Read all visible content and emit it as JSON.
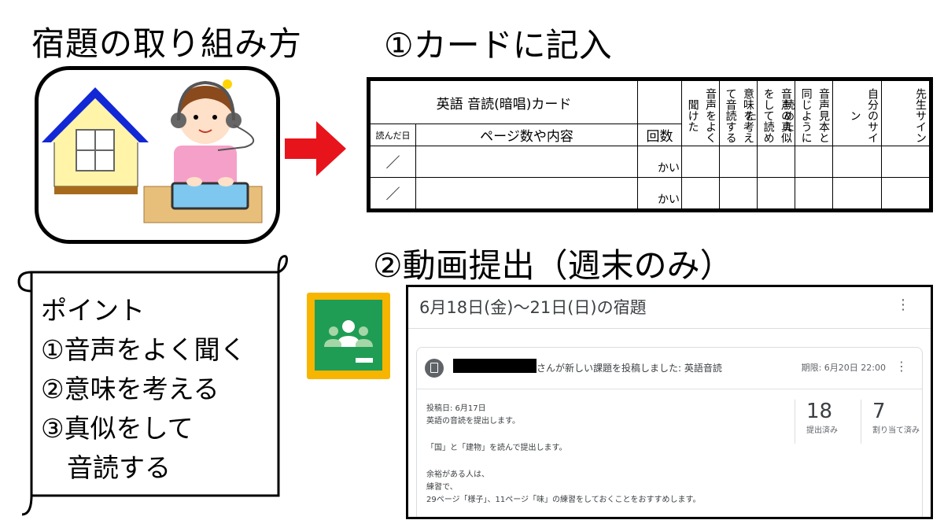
{
  "main_title": "宿題の取り組み方",
  "step1_title": "①カードに記入",
  "step2_title": "②動画提出（週末のみ）",
  "card": {
    "title": "英語 音読(暗唱)カード",
    "col_date": "読んだ日",
    "col_page": "ページ数や内容",
    "col_count": "回数",
    "check_cols": [
      "音声をよく聞けた",
      "意味を考えて音読する",
      "音声の真似をして読めた",
      "音声見本と同じように読めた",
      "自分のサイン"
    ],
    "teacher_col": "先生サイン",
    "row_date": "／",
    "kai": "かい"
  },
  "points": {
    "heading": "ポイント",
    "items": [
      "①音声をよく聞く",
      "②意味を考える",
      "③真似をして",
      "　音読する"
    ]
  },
  "classroom": {
    "title": "6月18日(金)～21日(日)の宿題",
    "post_text": "さんが新しい課題を投稿しました: 英語音読",
    "due": "期限: 6月20日 22:00",
    "posted_date": "投稿日: 6月17日",
    "line1": "英語の音読を提出します。",
    "line2": "「国」と「建物」を読んで提出します。",
    "line3": "余裕がある人は、",
    "line4": "練習で、",
    "line5": "29ページ「様子」、11ページ「味」の練習をしておくことをおすすめします。",
    "submitted_count": "18",
    "submitted_label": "提出済み",
    "assigned_count": "7",
    "assigned_label": "割り当て済み"
  }
}
